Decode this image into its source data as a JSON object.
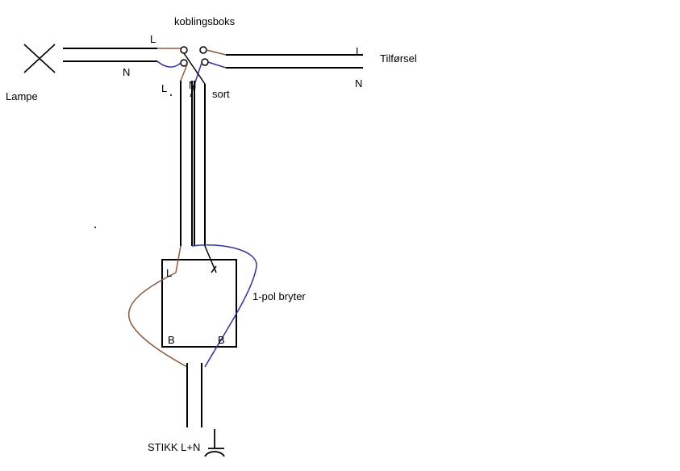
{
  "labels": {
    "junction_box": "koblingsboks",
    "supply": "Tilførsel",
    "supply_L": "L",
    "supply_N": "N",
    "lamp": "Lampe",
    "lamp_L": "L",
    "lamp_N": "N",
    "jbox_L": "L",
    "jbox_N": "N",
    "black": "sort",
    "switch": "1-pol bryter",
    "switch_L": "L",
    "switch_B1": "B",
    "switch_B2": "B",
    "socket": "STIKK L+N"
  },
  "colors": {
    "line": "#000000",
    "brown": "#8b5a3c",
    "blue": "#333399"
  }
}
